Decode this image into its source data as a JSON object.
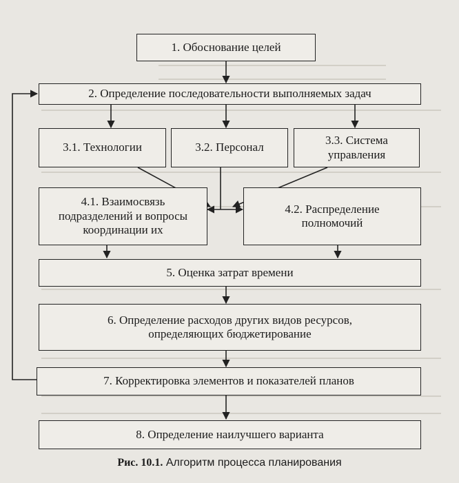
{
  "boxes": {
    "b1": "1. Обоснование целей",
    "b2": "2. Определение последовательности выполняемых задач",
    "b31": "3.1. Технологии",
    "b32": "3.2. Персонал",
    "b33": "3.3. Система\nуправления",
    "b41": "4.1. Взаимосвязь\nподразделений и вопросы\nкоординации их",
    "b42": "4.2. Распределение\nполномочий",
    "b5": "5. Оценка затрат времени",
    "b6": "6. Определение расходов других видов ресурсов,\nопределяющих бюджетирование",
    "b7": "7. Корректировка элементов и показателей планов",
    "b8": "8. Определение наилучшего варианта"
  },
  "caption": {
    "label": "Рис. 10.1.",
    "text": " Алгоритм процесса планирования"
  },
  "colors": {
    "line": "#222222",
    "paper": "#e9e7e2",
    "box": "#efede8"
  }
}
